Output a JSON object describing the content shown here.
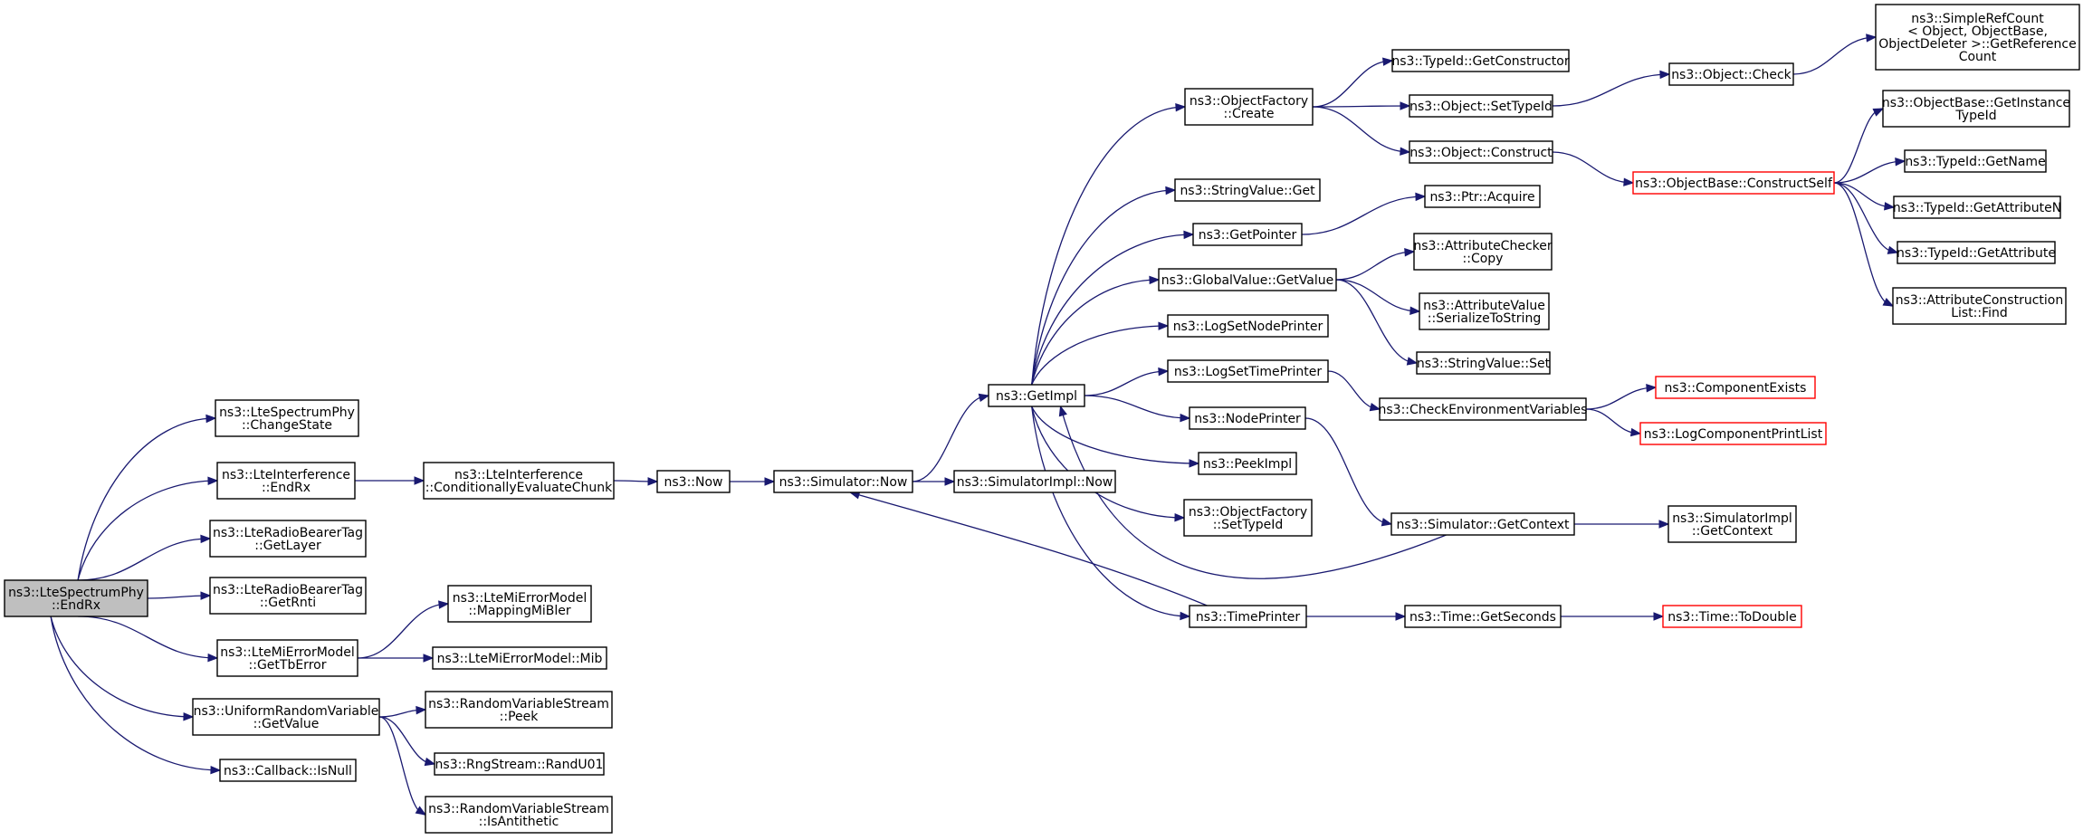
{
  "nodes": {
    "root": {
      "lines": [
        "ns3::LteSpectrumPhy",
        "::EndRx"
      ],
      "root": true
    },
    "chgstate": {
      "lines": [
        "ns3::LteSpectrumPhy",
        "::ChangeState"
      ]
    },
    "intEndRx": {
      "lines": [
        "ns3::LteInterference",
        "::EndRx"
      ]
    },
    "condEval": {
      "lines": [
        "ns3::LteInterference",
        "::ConditionallyEvaluateChunk"
      ]
    },
    "now": {
      "lines": [
        "ns3::Now"
      ]
    },
    "simNow": {
      "lines": [
        "ns3::Simulator::Now"
      ]
    },
    "simImplNow": {
      "lines": [
        "ns3::SimulatorImpl::Now"
      ]
    },
    "getLayer": {
      "lines": [
        "ns3::LteRadioBearerTag",
        "::GetLayer"
      ]
    },
    "getRnti": {
      "lines": [
        "ns3::LteRadioBearerTag",
        "::GetRnti"
      ]
    },
    "getTbError": {
      "lines": [
        "ns3::LteMiErrorModel",
        "::GetTbError"
      ]
    },
    "mapMiBler": {
      "lines": [
        "ns3::LteMiErrorModel",
        "::MappingMiBler"
      ]
    },
    "mib": {
      "lines": [
        "ns3::LteMiErrorModel::Mib"
      ]
    },
    "uniGet": {
      "lines": [
        "ns3::UniformRandomVariable",
        "::GetValue"
      ]
    },
    "peek": {
      "lines": [
        "ns3::RandomVariableStream",
        "::Peek"
      ]
    },
    "randU01": {
      "lines": [
        "ns3::RngStream::RandU01"
      ]
    },
    "isAnti": {
      "lines": [
        "ns3::RandomVariableStream",
        "::IsAntithetic"
      ]
    },
    "isNull": {
      "lines": [
        "ns3::Callback::IsNull"
      ]
    },
    "getImpl": {
      "lines": [
        "ns3::GetImpl"
      ]
    },
    "ofCreate": {
      "lines": [
        "ns3::ObjectFactory",
        "::Create"
      ]
    },
    "svGet": {
      "lines": [
        "ns3::StringValue::Get"
      ]
    },
    "getPointer": {
      "lines": [
        "ns3::GetPointer"
      ]
    },
    "gvGetValue": {
      "lines": [
        "ns3::GlobalValue::GetValue"
      ]
    },
    "logNode": {
      "lines": [
        "ns3::LogSetNodePrinter"
      ]
    },
    "logTime": {
      "lines": [
        "ns3::LogSetTimePrinter"
      ]
    },
    "nodePrinter": {
      "lines": [
        "ns3::NodePrinter"
      ]
    },
    "peekImpl": {
      "lines": [
        "ns3::PeekImpl"
      ]
    },
    "ofSetTypeId": {
      "lines": [
        "ns3::ObjectFactory",
        "::SetTypeId"
      ]
    },
    "timePrinter": {
      "lines": [
        "ns3::TimePrinter"
      ]
    },
    "getCtor": {
      "lines": [
        "ns3::TypeId::GetConstructor"
      ]
    },
    "objSetTypeId": {
      "lines": [
        "ns3::Object::SetTypeId"
      ]
    },
    "objConstruct": {
      "lines": [
        "ns3::Object::Construct"
      ]
    },
    "objCheck": {
      "lines": [
        "ns3::Object::Check"
      ]
    },
    "refCount": {
      "lines": [
        "ns3::SimpleRefCount",
        "< Object, ObjectBase,",
        " ObjectDeleter >::GetReference",
        "Count"
      ]
    },
    "ptrAcquire": {
      "lines": [
        "ns3::Ptr::Acquire"
      ]
    },
    "acCopy": {
      "lines": [
        "ns3::AttributeChecker",
        "::Copy"
      ]
    },
    "avSer": {
      "lines": [
        "ns3::AttributeValue",
        "::SerializeToString"
      ]
    },
    "svSet": {
      "lines": [
        "ns3::StringValue::Set"
      ]
    },
    "checkEnv": {
      "lines": [
        "ns3::CheckEnvironmentVariables"
      ]
    },
    "simGetCtx": {
      "lines": [
        "ns3::Simulator::GetContext"
      ]
    },
    "timeGetSec": {
      "lines": [
        "ns3::Time::GetSeconds"
      ]
    },
    "constructSelf": {
      "lines": [
        "ns3::ObjectBase::ConstructSelf"
      ],
      "red": true
    },
    "compExists": {
      "lines": [
        "ns3::ComponentExists"
      ],
      "red": true
    },
    "logCompList": {
      "lines": [
        "ns3::LogComponentPrintList"
      ],
      "red": true
    },
    "simImplCtx": {
      "lines": [
        "ns3::SimulatorImpl",
        "::GetContext"
      ]
    },
    "toDouble": {
      "lines": [
        "ns3::Time::ToDouble"
      ],
      "red": true
    },
    "obGetInst": {
      "lines": [
        "ns3::ObjectBase::GetInstance",
        "TypeId"
      ]
    },
    "tidGetName": {
      "lines": [
        "ns3::TypeId::GetName"
      ]
    },
    "tidGetAttrN": {
      "lines": [
        "ns3::TypeId::GetAttributeN"
      ]
    },
    "tidGetAttr": {
      "lines": [
        "ns3::TypeId::GetAttribute"
      ]
    },
    "acListFind": {
      "lines": [
        "ns3::AttributeConstruction",
        "List::Find"
      ]
    }
  },
  "edges": [
    [
      "root",
      "chgstate"
    ],
    [
      "root",
      "intEndRx"
    ],
    [
      "root",
      "getLayer"
    ],
    [
      "root",
      "getRnti"
    ],
    [
      "root",
      "getTbError"
    ],
    [
      "root",
      "uniGet"
    ],
    [
      "root",
      "isNull"
    ],
    [
      "intEndRx",
      "condEval"
    ],
    [
      "condEval",
      "now"
    ],
    [
      "now",
      "simNow"
    ],
    [
      "simNow",
      "getImpl"
    ],
    [
      "simNow",
      "simImplNow"
    ],
    [
      "getTbError",
      "mapMiBler"
    ],
    [
      "getTbError",
      "mib"
    ],
    [
      "uniGet",
      "peek"
    ],
    [
      "uniGet",
      "randU01"
    ],
    [
      "uniGet",
      "isAnti"
    ],
    [
      "getImpl",
      "ofCreate"
    ],
    [
      "getImpl",
      "svGet"
    ],
    [
      "getImpl",
      "getPointer"
    ],
    [
      "getImpl",
      "gvGetValue"
    ],
    [
      "getImpl",
      "logNode"
    ],
    [
      "getImpl",
      "logTime"
    ],
    [
      "getImpl",
      "nodePrinter"
    ],
    [
      "getImpl",
      "peekImpl"
    ],
    [
      "getImpl",
      "ofSetTypeId"
    ],
    [
      "getImpl",
      "timePrinter"
    ],
    [
      "ofCreate",
      "getCtor"
    ],
    [
      "ofCreate",
      "objSetTypeId"
    ],
    [
      "ofCreate",
      "objConstruct"
    ],
    [
      "objSetTypeId",
      "objCheck"
    ],
    [
      "objCheck",
      "refCount"
    ],
    [
      "objConstruct",
      "constructSelf"
    ],
    [
      "getPointer",
      "ptrAcquire"
    ],
    [
      "gvGetValue",
      "acCopy"
    ],
    [
      "gvGetValue",
      "avSer"
    ],
    [
      "gvGetValue",
      "svSet"
    ],
    [
      "logTime",
      "checkEnv"
    ],
    [
      "checkEnv",
      "compExists"
    ],
    [
      "checkEnv",
      "logCompList"
    ],
    [
      "nodePrinter",
      "simGetCtx"
    ],
    [
      "simGetCtx",
      "getImpl"
    ],
    [
      "simGetCtx",
      "simImplCtx"
    ],
    [
      "timePrinter",
      "simNow"
    ],
    [
      "timePrinter",
      "timeGetSec"
    ],
    [
      "timeGetSec",
      "toDouble"
    ],
    [
      "constructSelf",
      "obGetInst"
    ],
    [
      "constructSelf",
      "tidGetName"
    ],
    [
      "constructSelf",
      "tidGetAttrN"
    ],
    [
      "constructSelf",
      "tidGetAttr"
    ],
    [
      "constructSelf",
      "acListFind"
    ]
  ],
  "colors": {
    "edge": "#191970",
    "root_fill": "#bfbfbf",
    "highlight_border": "#ff0000"
  }
}
